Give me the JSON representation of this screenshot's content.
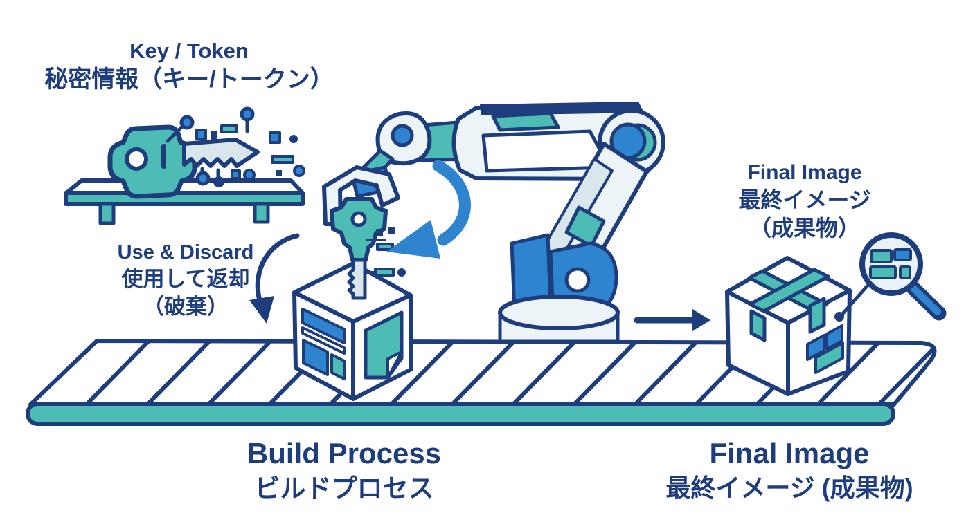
{
  "title": "Build process secrets handling diagram",
  "colors": {
    "navy": "#1d3d7c",
    "teal": "#4cbcb5",
    "blue": "#2e84cf",
    "light": "#edf4f8",
    "steel": "#d9e6ec",
    "bg": "#ffffff"
  },
  "labels": {
    "key_token": {
      "en": "Key / Token",
      "ja": "秘密情報（キー/トークン）"
    },
    "use_discard": {
      "en": "Use & Discard",
      "ja1": "使用して返却",
      "ja2": "（破棄）"
    },
    "final_image_top": {
      "en": "Final Image",
      "ja1": "最終イメージ",
      "ja2": "（成果物）"
    },
    "build_process": {
      "en": "Build Process",
      "ja": "ビルドプロセス"
    },
    "final_image_bottom": {
      "en": "Final Image",
      "ja": "最終イメージ (成果物)"
    }
  },
  "icons": {
    "key": "circuit-key-icon",
    "table": "table-shelf",
    "robot": "robot-arm",
    "build_box": "build-container-box",
    "package": "sealed-package-box",
    "magnifier": "inspection-magnifier-icon",
    "conveyor": "conveyor-belt",
    "discard_arrow": "curved-return-arrow",
    "insert_arrow": "curved-insert-arrow",
    "output_arrow": "right-flow-arrow"
  }
}
